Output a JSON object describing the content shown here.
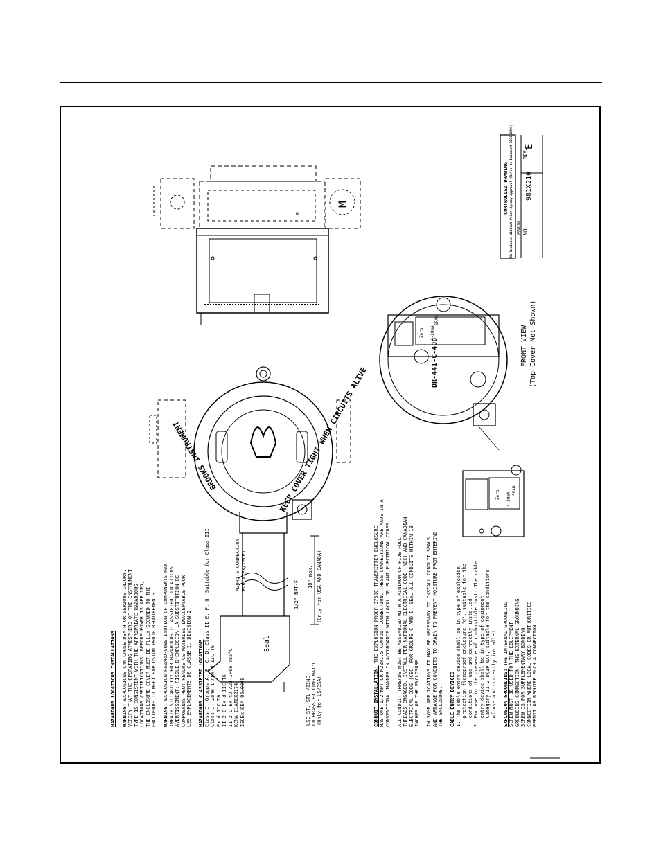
{
  "diagram": {
    "brand_ring_top": "BROOKS INSTRUMENT",
    "brand_ring_bottom": "KEEP COVER TIGHT WHEN CIRCUITS ALIVE",
    "seal_label": "Seal",
    "m20_label": "M20x1.5 CONNECTION\nFOR ATEX/IECEx",
    "npt_label": "1/2\" NPT-F",
    "max_label": "18\" max.",
    "usa_canada": "(Only for USA AND CANADA)",
    "use_label": "USE ST. STL./ZINC\nOR BRASS FITTING MAT'L\n(Only for US/CSA)",
    "model_label": "DR-441-C-400",
    "zero_label": "Zero",
    "ma_label": "4-20mA",
    "span_label": "SPAN",
    "front_view": "FRONT VIEW",
    "front_view_sub": "(Top Cover Not Shown)",
    "side_r": "R",
    "side_m": "M"
  },
  "notes": {
    "h1": "HAZARDOUS LOCATIONS INSTALLATIONS",
    "w1_label": "WARNING:",
    "w1": " EXPLOSIONS CAN CAUSE DEATH OR SERIOUS INJURY.\nVERIFY THAT THE OPERATING ATMOSPHERE OF THE INSTRUMENT\nTYPE IS CONSISTENT WITH THE APPROPRIATE HAZARDOUS\nLOCATIONS CERTIFICATIONS. BEFORE POWER IS APPLIED,\nTHE ENCLOSURE COVER MUST BE FULLY SECURED TO THE\nENCLOSURE TO MEET EXPLOSION PROOF REQUIREMENTS.",
    "w2_label": "WARNING:",
    "w2": " EXPLOSION HAZARD-SUBSTITUTION OF COMPONENTS MAY\nIMPAIR SUITABILITY FOR HAZARDOUS (CLASSIFIED) LOCATIONS.\nAVERTISSEMENT: RISQUE D'EXPLOSION-LA SUBSTITUTION DE\nCOMPOSANTS PEUT RENDRE CE MATERIEL INACCEPTABLE POUR\nLES EMPLACEMENTS DE CLASSE I, DIVISION 2.",
    "h2": "HAZARDOUS CLASSIFIED LOCATIONS",
    "cls": "Class I, Groups A, B, C, D; Class II E, F, G; Suitable for Class III\nClass I, Zone 1 AEx d IIC T6\nEx d IIC T6\nII 2 G Ex d IIC T6\nII 2 D Ex tD A21 IP66 T85°C\nKEMA 01ATEX2174\nIECEx KEM 06.0049",
    "h3_label": "CONDUIT INSTALLATION:",
    "h3": " THE EXPLOSION PROOF 3750C TRANSMITTER ENCLOSURE\nHAS ONE 1/2\"NPT OR M20x1.5 CONDUIT CONNECTION. THESE CONNECTIONS ARE MADE IN A\nCONVENTIONAL MANNER IN ACCORDANCE WITH LOCAL OR PLANT ELECTRICAL CODES.",
    "p4": "ALL CONDUIT THREADS MUST BE ASSEMBLED WITH A MINIMUM OF FIVE FULL\nTHREADS ENGAGED. INSTALL PER NATIONAL ELECTRICAL CODE (NEC) AND CANADIAN\nELECTRICAL CODE (CEC) FOR GROUPS C AND D, SEAL ALL CONDUITS WITHIN 18\nINCHES OF THE ENCLOSURE.",
    "p5": "IN SOME APPLICATIONS IT MAY BE NECESSARY TO INSTALL CONDUIT SEALS\nAND ARRANGE FOR CONDUITS TO DRAIN TO PREVENT MOISTURE FROM ENTERING\nTHE ENCLOSURE.",
    "h6": "CABLE ENTRY DEVICES",
    "p6": "1. The cable entry device shall be in type of explosion\n   protection flameproof enclosure \"d\", suitable for the\n   conditions of use and correctly installed.\n2. For use in the presence of combustible dust: The cable\n   entry device shall be in type of equipment\n   Category II 2 D(IP 6X), suitable for the conditions\n   of use and correctly installed.",
    "h7_label": "EXPLOSION GROUNDING:",
    "h7": " THE INTERNAL GROUNDING\nSCREW MUST BE USED FOR THE EQUIPMENT\nGROUNDING CONNECTION. THE EXTERNAL GROUNDING\nSCREW IS FOR SUPPLEMENTARY BONDING\nCONNECTION WHERE LOCAL CODES OR AUTHORITIES\nPERMIT OR REQUIRE SUCH A CONNECTION."
  },
  "title_block": {
    "controlled": "CONTROLLED DRAWING",
    "note": "No Revision Without Prior Agency Approval (Refer to Document 9330-2401)",
    "drawing_label": "DRAWING",
    "no_label": "NO.",
    "number": "981X210",
    "rev_label": "REV.",
    "rev": "E"
  }
}
